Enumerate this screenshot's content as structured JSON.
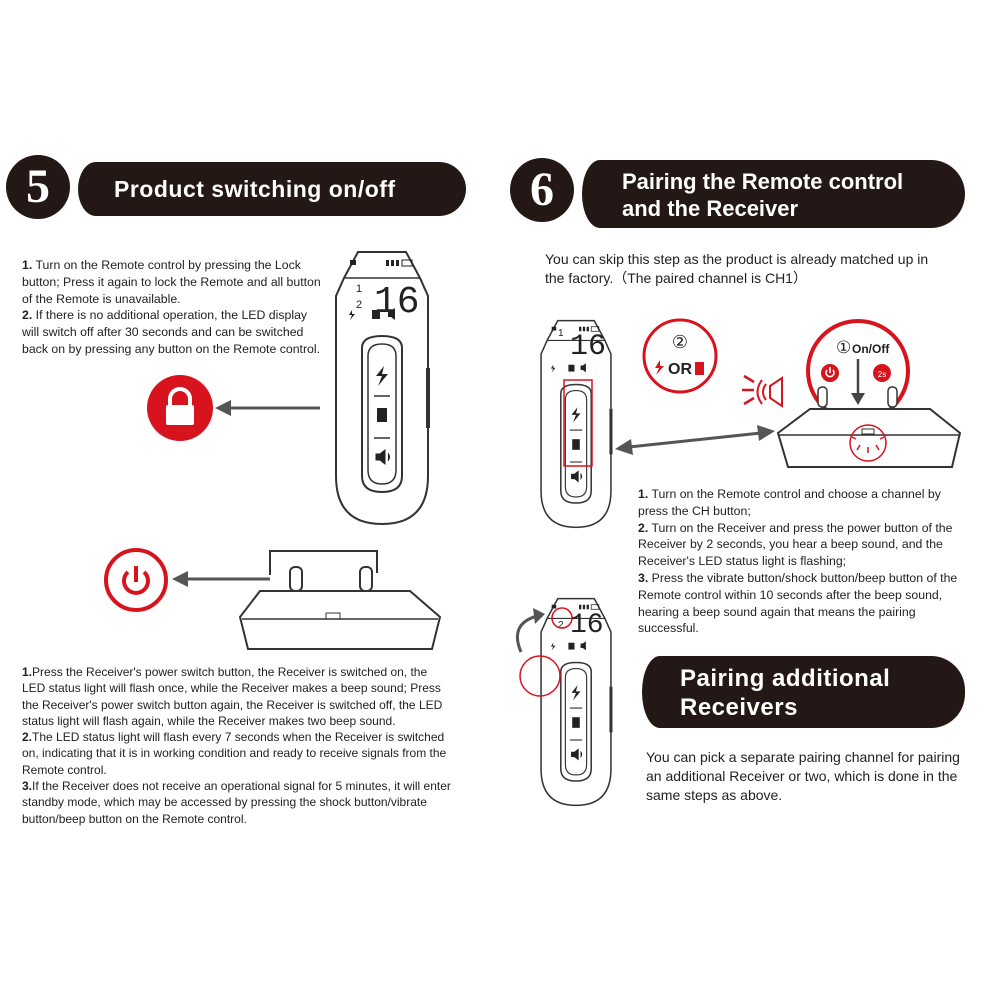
{
  "section5": {
    "number": "5",
    "title": "Product switching on/off",
    "steps_top": [
      {
        "n": "1.",
        "text": " Turn on the Remote control by pressing the Lock button; Press it again to lock the Remote and all button of the Remote is unavailable."
      },
      {
        "n": "2.",
        "text": " If there is no additional operation, the LED display will switch off after 30 seconds and can be switched back on by pressing any button on the Remote control."
      }
    ],
    "steps_bottom": [
      {
        "n": "1.",
        "text": "Press the Receiver's power switch button, the Receiver is switched on, the LED status light will flash once, while the Receiver makes a beep sound; Press the Receiver's power switch button again, the Receiver is switched off, the LED status light will flash again, while the Receiver makes two beep sound."
      },
      {
        "n": "2.",
        "text": "The LED status light will flash every 7 seconds when the Receiver is switched on, indicating that it is in working condition and ready to receive signals from the Remote control."
      },
      {
        "n": "3.",
        "text": "If the Receiver does not receive an operational signal for 5 minutes, it will enter standby mode, which may be accessed by pressing the shock button/vibrate button/beep button on the Remote control."
      }
    ]
  },
  "section6": {
    "number": "6",
    "title_line1": "Pairing the Remote control",
    "title_line2": "and the Receiver",
    "intro": "You can skip this step as the product is already matched up in the factory.（The paired channel is CH1）",
    "callout2": {
      "step": "②",
      "or": "OR"
    },
    "callout1": {
      "step": "①",
      "label": "On/Off",
      "hold": "2s"
    },
    "steps": [
      {
        "n": "1.",
        "text": " Turn on the Remote control and choose a channel by press the CH button;"
      },
      {
        "n": "2.",
        "text": " Turn on the Receiver and press the power button of the Receiver by 2 seconds, you hear a beep sound, and the Receiver's LED status light is flashing;"
      },
      {
        "n": "3.",
        "text": " Press the vibrate button/shock button/beep button of the Remote control within 10 seconds after the beep sound, hearing a beep sound again that means the pairing successful."
      }
    ]
  },
  "additional": {
    "title_line1": "Pairing additional",
    "title_line2": "Receivers",
    "text": "You can pick a separate pairing channel for pairing an additional Receiver or two, which is done in the same steps as above."
  },
  "lcd": {
    "digits": "16",
    "ch1": "1",
    "ch2": "2"
  },
  "colors": {
    "accent": "#d7141e",
    "dark": "#231815",
    "arrow": "#555555"
  }
}
